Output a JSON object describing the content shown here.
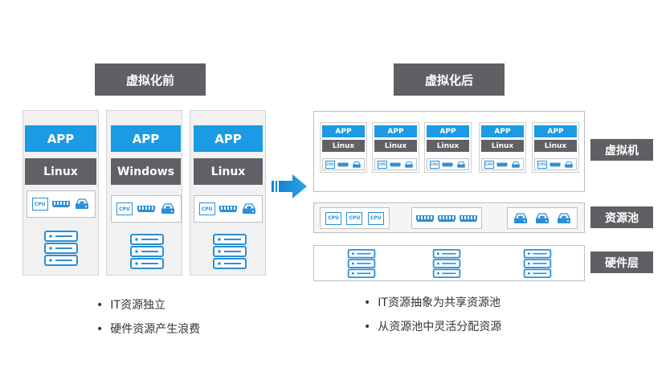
{
  "before": {
    "title": "虚拟化前",
    "columns": [
      {
        "app": "APP",
        "os": "Linux"
      },
      {
        "app": "APP",
        "os": "Windows"
      },
      {
        "app": "APP",
        "os": "Linux"
      }
    ],
    "bullets": [
      "IT资源独立",
      "硬件资源产生浪费"
    ]
  },
  "after": {
    "title": "虚拟化后",
    "vms": [
      {
        "app": "APP",
        "os": "Linux"
      },
      {
        "app": "APP",
        "os": "Linux"
      },
      {
        "app": "APP",
        "os": "Linux"
      },
      {
        "app": "APP",
        "os": "Linux"
      },
      {
        "app": "APP",
        "os": "Linux"
      }
    ],
    "layers": {
      "vm": "虚拟机",
      "pool": "资源池",
      "hardware": "硬件层"
    },
    "bullets": [
      "IT资源抽象为共享资源池",
      "从资源池中灵活分配资源"
    ]
  },
  "cpu_text": "CPU",
  "icons": {
    "cpu": "cpu-chip-icon",
    "memory": "memory-module-icon",
    "disk": "hard-disk-icon",
    "server": "server-rack-icon",
    "arrow": "right-arrow-icon"
  },
  "colors": {
    "app_blue": "#1a9be3",
    "os_gray": "#606166",
    "header_gray": "#5f6064",
    "icon_blue": "#2b8fd6"
  }
}
